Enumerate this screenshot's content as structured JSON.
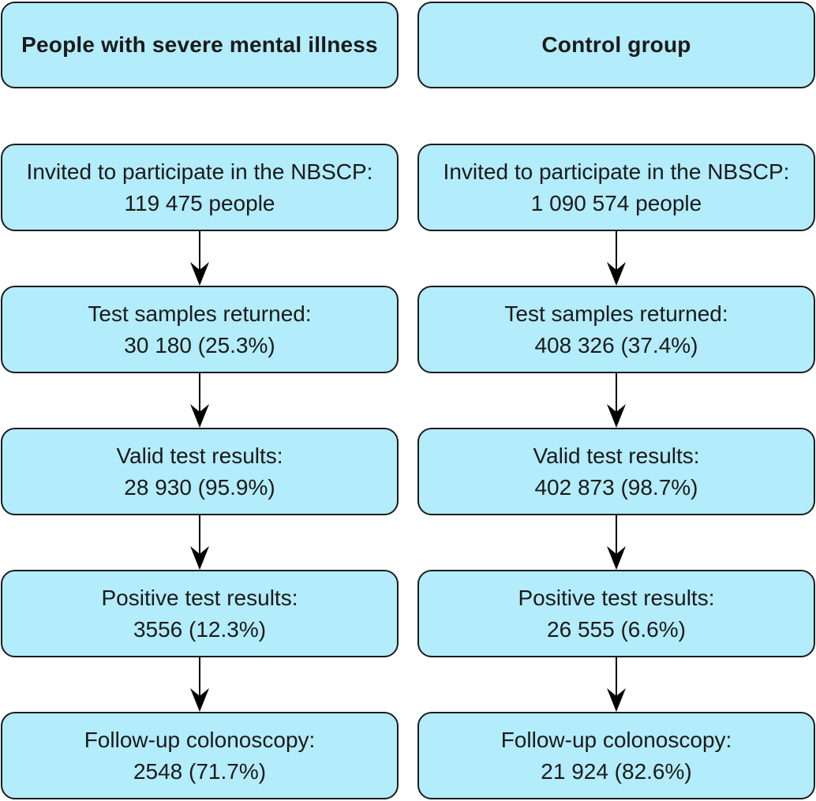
{
  "diagram": {
    "type": "flowchart",
    "colors": {
      "box_fill": "#b3ecfb",
      "box_border": "#1c1c1c",
      "text": "#1a1a1a",
      "arrow": "#000000",
      "background": "#ffffff"
    },
    "columns": [
      {
        "title": "People with severe mental illness",
        "steps": [
          {
            "label": "Invited to participate in the NBSCP:",
            "value": "119 475 people"
          },
          {
            "label": "Test samples returned:",
            "value": "30 180 (25.3%)"
          },
          {
            "label": "Valid test results:",
            "value": "28 930 (95.9%)"
          },
          {
            "label": "Positive test results:",
            "value": "3556 (12.3%)"
          },
          {
            "label": "Follow-up colonoscopy:",
            "value": "2548 (71.7%)"
          }
        ]
      },
      {
        "title": "Control group",
        "steps": [
          {
            "label": "Invited to participate in the NBSCP:",
            "value": "1 090 574 people"
          },
          {
            "label": "Test samples returned:",
            "value": "408 326 (37.4%)"
          },
          {
            "label": "Valid test results:",
            "value": "402 873 (98.7%)"
          },
          {
            "label": "Positive test results:",
            "value": "26 555 (6.6%)"
          },
          {
            "label": "Follow-up colonoscopy:",
            "value": "21 924 (82.6%)"
          }
        ]
      }
    ]
  }
}
